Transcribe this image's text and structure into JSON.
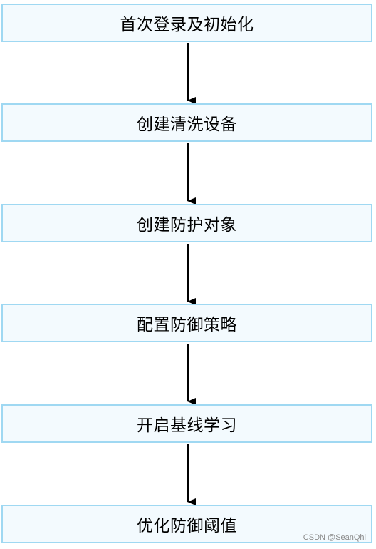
{
  "steps": [
    {
      "label": "首次登录及初始化"
    },
    {
      "label": "创建清洗设备"
    },
    {
      "label": "创建防护对象"
    },
    {
      "label": "配置防御策略"
    },
    {
      "label": "开启基线学习"
    },
    {
      "label": "优化防御阈值"
    }
  ],
  "watermark": "CSDN @SeanQhl",
  "colors": {
    "box_fill": "#f3fafe",
    "box_border": "#9fd8f2",
    "arrow": "#000000"
  }
}
